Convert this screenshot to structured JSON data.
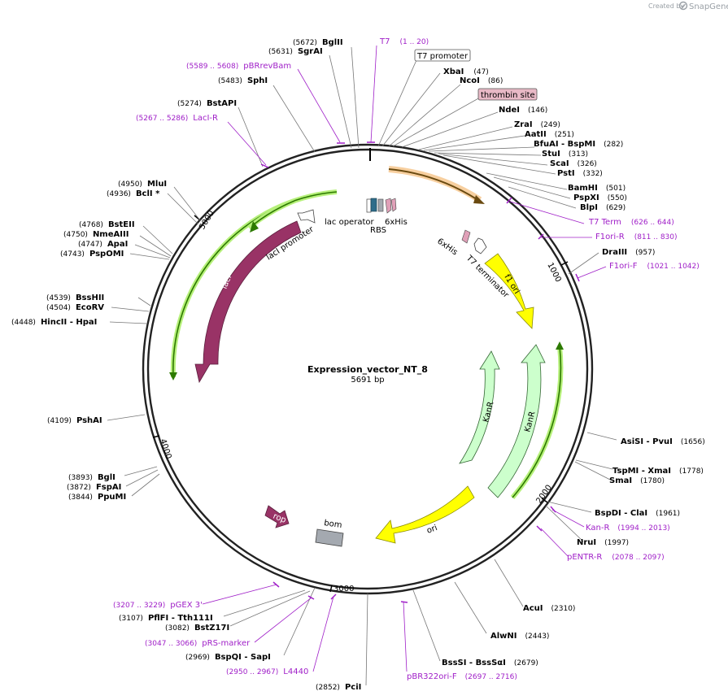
{
  "plasmid": {
    "name": "Expression_vector_NT_8",
    "length_label": "5691 bp"
  },
  "branding": {
    "created_by": "Created by",
    "product": "SnapGene"
  },
  "tick_labels": [
    "1000",
    "2000",
    "3000",
    "4000",
    "5000"
  ],
  "sites": [
    {
      "name": "BglII",
      "pos": "(5672)"
    },
    {
      "name": "SgrAI",
      "pos": "(5631)"
    },
    {
      "name": "SphI",
      "pos": "(5483)"
    },
    {
      "name": "BstAPI",
      "pos": "(5274)"
    },
    {
      "name": "XbaI",
      "pos": "(47)"
    },
    {
      "name": "NcoI",
      "pos": "(86)"
    },
    {
      "name": "NdeI",
      "pos": "(146)"
    },
    {
      "name": "ZraI",
      "pos": "(249)"
    },
    {
      "name": "AatII",
      "pos": "(251)"
    },
    {
      "name": "BfuAI - BspMI",
      "pos": "(282)"
    },
    {
      "name": "StuI",
      "pos": "(313)"
    },
    {
      "name": "ScaI",
      "pos": "(326)"
    },
    {
      "name": "PstI",
      "pos": "(332)"
    },
    {
      "name": "BamHI",
      "pos": "(501)"
    },
    {
      "name": "PspXI",
      "pos": "(550)"
    },
    {
      "name": "BlpI",
      "pos": "(629)"
    },
    {
      "name": "DraIII",
      "pos": "(957)"
    },
    {
      "name": "MluI",
      "pos": "(4950)"
    },
    {
      "name": "BclI *",
      "pos": "(4936)"
    },
    {
      "name": "BstEII",
      "pos": "(4768)"
    },
    {
      "name": "NmeAIII",
      "pos": "(4750)"
    },
    {
      "name": "ApaI",
      "pos": "(4747)"
    },
    {
      "name": "PspOMI",
      "pos": "(4743)"
    },
    {
      "name": "BssHII",
      "pos": "(4539)"
    },
    {
      "name": "EcoRV",
      "pos": "(4504)"
    },
    {
      "name": "HincII - HpaI",
      "pos": "(4448)"
    },
    {
      "name": "PshAI",
      "pos": "(4109)"
    },
    {
      "name": "BglI",
      "pos": "(3893)"
    },
    {
      "name": "FspAI",
      "pos": "(3872)"
    },
    {
      "name": "PpuMI",
      "pos": "(3844)"
    },
    {
      "name": "AsiSI - PvuI",
      "pos": "(1656)"
    },
    {
      "name": "TspMI - XmaI",
      "pos": "(1778)"
    },
    {
      "name": "SmaI",
      "pos": "(1780)"
    },
    {
      "name": "BspDI - ClaI",
      "pos": "(1961)"
    },
    {
      "name": "NruI",
      "pos": "(1997)"
    },
    {
      "name": "AcuI",
      "pos": "(2310)"
    },
    {
      "name": "AlwNI",
      "pos": "(2443)"
    },
    {
      "name": "BssSI - BssSαI",
      "pos": "(2679)"
    },
    {
      "name": "PciI",
      "pos": "(2852)"
    },
    {
      "name": "BspQI - SapI",
      "pos": "(2969)"
    },
    {
      "name": "PflFI - Tth111I",
      "pos": "(3107)"
    },
    {
      "name": "BstZ17I",
      "pos": "(3082)"
    }
  ],
  "primers": [
    {
      "name": "T7",
      "pos": "(1 .. 20)"
    },
    {
      "name": "pBRrevBam",
      "pos": "(5589 .. 5608)"
    },
    {
      "name": "LacI-R",
      "pos": "(5267 .. 5286)"
    },
    {
      "name": "T7 Term",
      "pos": "(626 .. 644)"
    },
    {
      "name": "F1ori-R",
      "pos": "(811 .. 830)"
    },
    {
      "name": "F1ori-F",
      "pos": "(1021 .. 1042)"
    },
    {
      "name": "Kan-R",
      "pos": "(1994 .. 2013)"
    },
    {
      "name": "pENTR-R",
      "pos": "(2078 .. 2097)"
    },
    {
      "name": "pBR322ori-F",
      "pos": "(2697 .. 2716)"
    },
    {
      "name": "L4440",
      "pos": "(2950 .. 2967)"
    },
    {
      "name": "pRS-marker",
      "pos": "(3047 .. 3066)"
    },
    {
      "name": "pGEX 3'",
      "pos": "(3207 .. 3229)"
    }
  ],
  "callouts": {
    "t7_promoter": "T7 promoter",
    "thrombin_site": "thrombin site"
  },
  "features": {
    "lac_operator": "lac operator",
    "rbs": "RBS",
    "his_top": "6xHis",
    "his_inner": "6xHis",
    "t7_terminator": "T7 terminator",
    "laci_promoter": "lacI promoter",
    "laci": "lacI",
    "f1_ori": "f1 ori",
    "kanr_1": "KanR",
    "kanr_2": "KanR",
    "ori": "ori",
    "rop": "rop",
    "bom": "bom"
  },
  "colors": {
    "laci": "#993366",
    "rop": "#993366",
    "f1_ori": "#ffff00",
    "ori": "#ffff00",
    "kanr": "#ccffcc",
    "bom": "#a4a9b0",
    "highlight_green": "#2d7a00",
    "highlight_orange": "#f0a040",
    "primer": "#a020c8",
    "thrombin": "#e8b9c6",
    "lac_operator": "#2f6d8a"
  }
}
